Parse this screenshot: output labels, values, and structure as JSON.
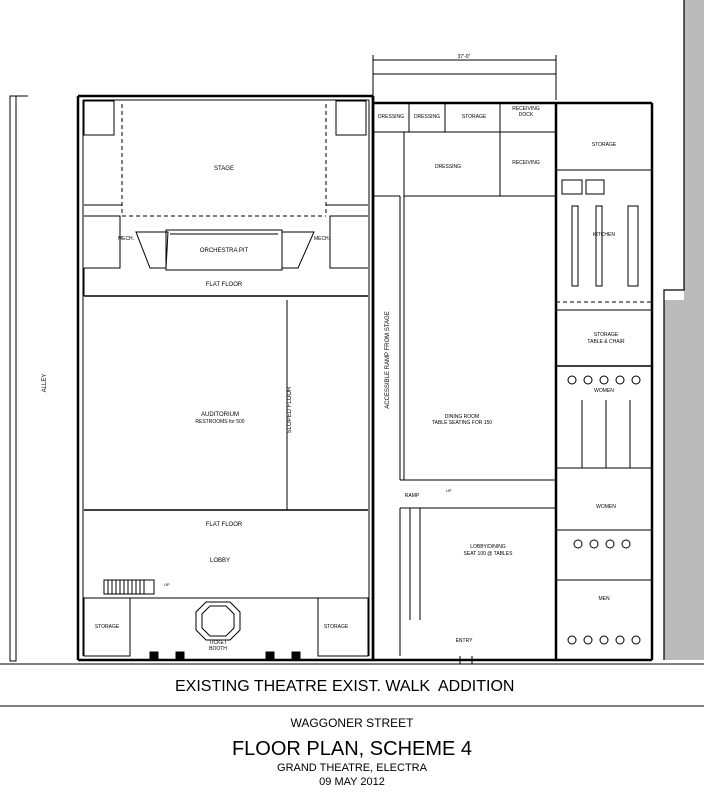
{
  "title": "FLOOR PLAN, SCHEME 4",
  "subtitle": "GRAND THEATRE, ELECTRA",
  "date": "09 MAY 2012",
  "street": "WAGGONER STREET",
  "zone_labels": {
    "existing": "EXISTING THEATRE",
    "walk": "EXIST. WALK",
    "addition": "ADDITION"
  },
  "side_labels": {
    "alley": "ALLEY"
  },
  "dimension": "37'-0\"",
  "rooms": {
    "stage": "STAGE",
    "orchestra_pit": "ORCHESTRA PIT",
    "mech_left": "MECH.",
    "mech_right": "MECH.",
    "flat_floor_top": "FLAT FLOOR",
    "auditorium": "AUDITORIUM",
    "auditorium_note": "RESTROOMS for 500",
    "sloped_floor": "SLOPED FLOOR",
    "flat_floor_bottom": "FLAT FLOOR",
    "lobby": "LOBBY",
    "storage_left": "STORAGE",
    "ticket_booth_1": "TICKET",
    "ticket_booth_2": "BOOTH",
    "storage_mid": "STORAGE",
    "ramp_vertical": "ACCESSIBLE RAMP FROM STAGE",
    "dressing_1": "DRESSING",
    "dressing_2": "DRESSING",
    "storage_top": "STORAGE",
    "dressing_3": "DRESSING",
    "receiving_dock_1": "RECEIVING",
    "receiving_dock_2": "DOCK",
    "receiving": "RECEIVING",
    "storage_right": "STORAGE",
    "kitchen": "KITCHEN",
    "storage_table_1": "STORAGE",
    "storage_table_2": "TABLE & CHAIR",
    "dining_1": "DINING ROOM",
    "dining_2": "TABLE SEATING FOR 150",
    "ramp": "RAMP",
    "women_1": "WOMEN",
    "women_2": "WOMEN",
    "men": "MEN",
    "lobby_dining_1": "LOBBY/DINING",
    "lobby_dining_2": "SEAT 100 @ TABLES",
    "entry": "ENTRY",
    "up_1": "UP",
    "up_2": "UP"
  }
}
